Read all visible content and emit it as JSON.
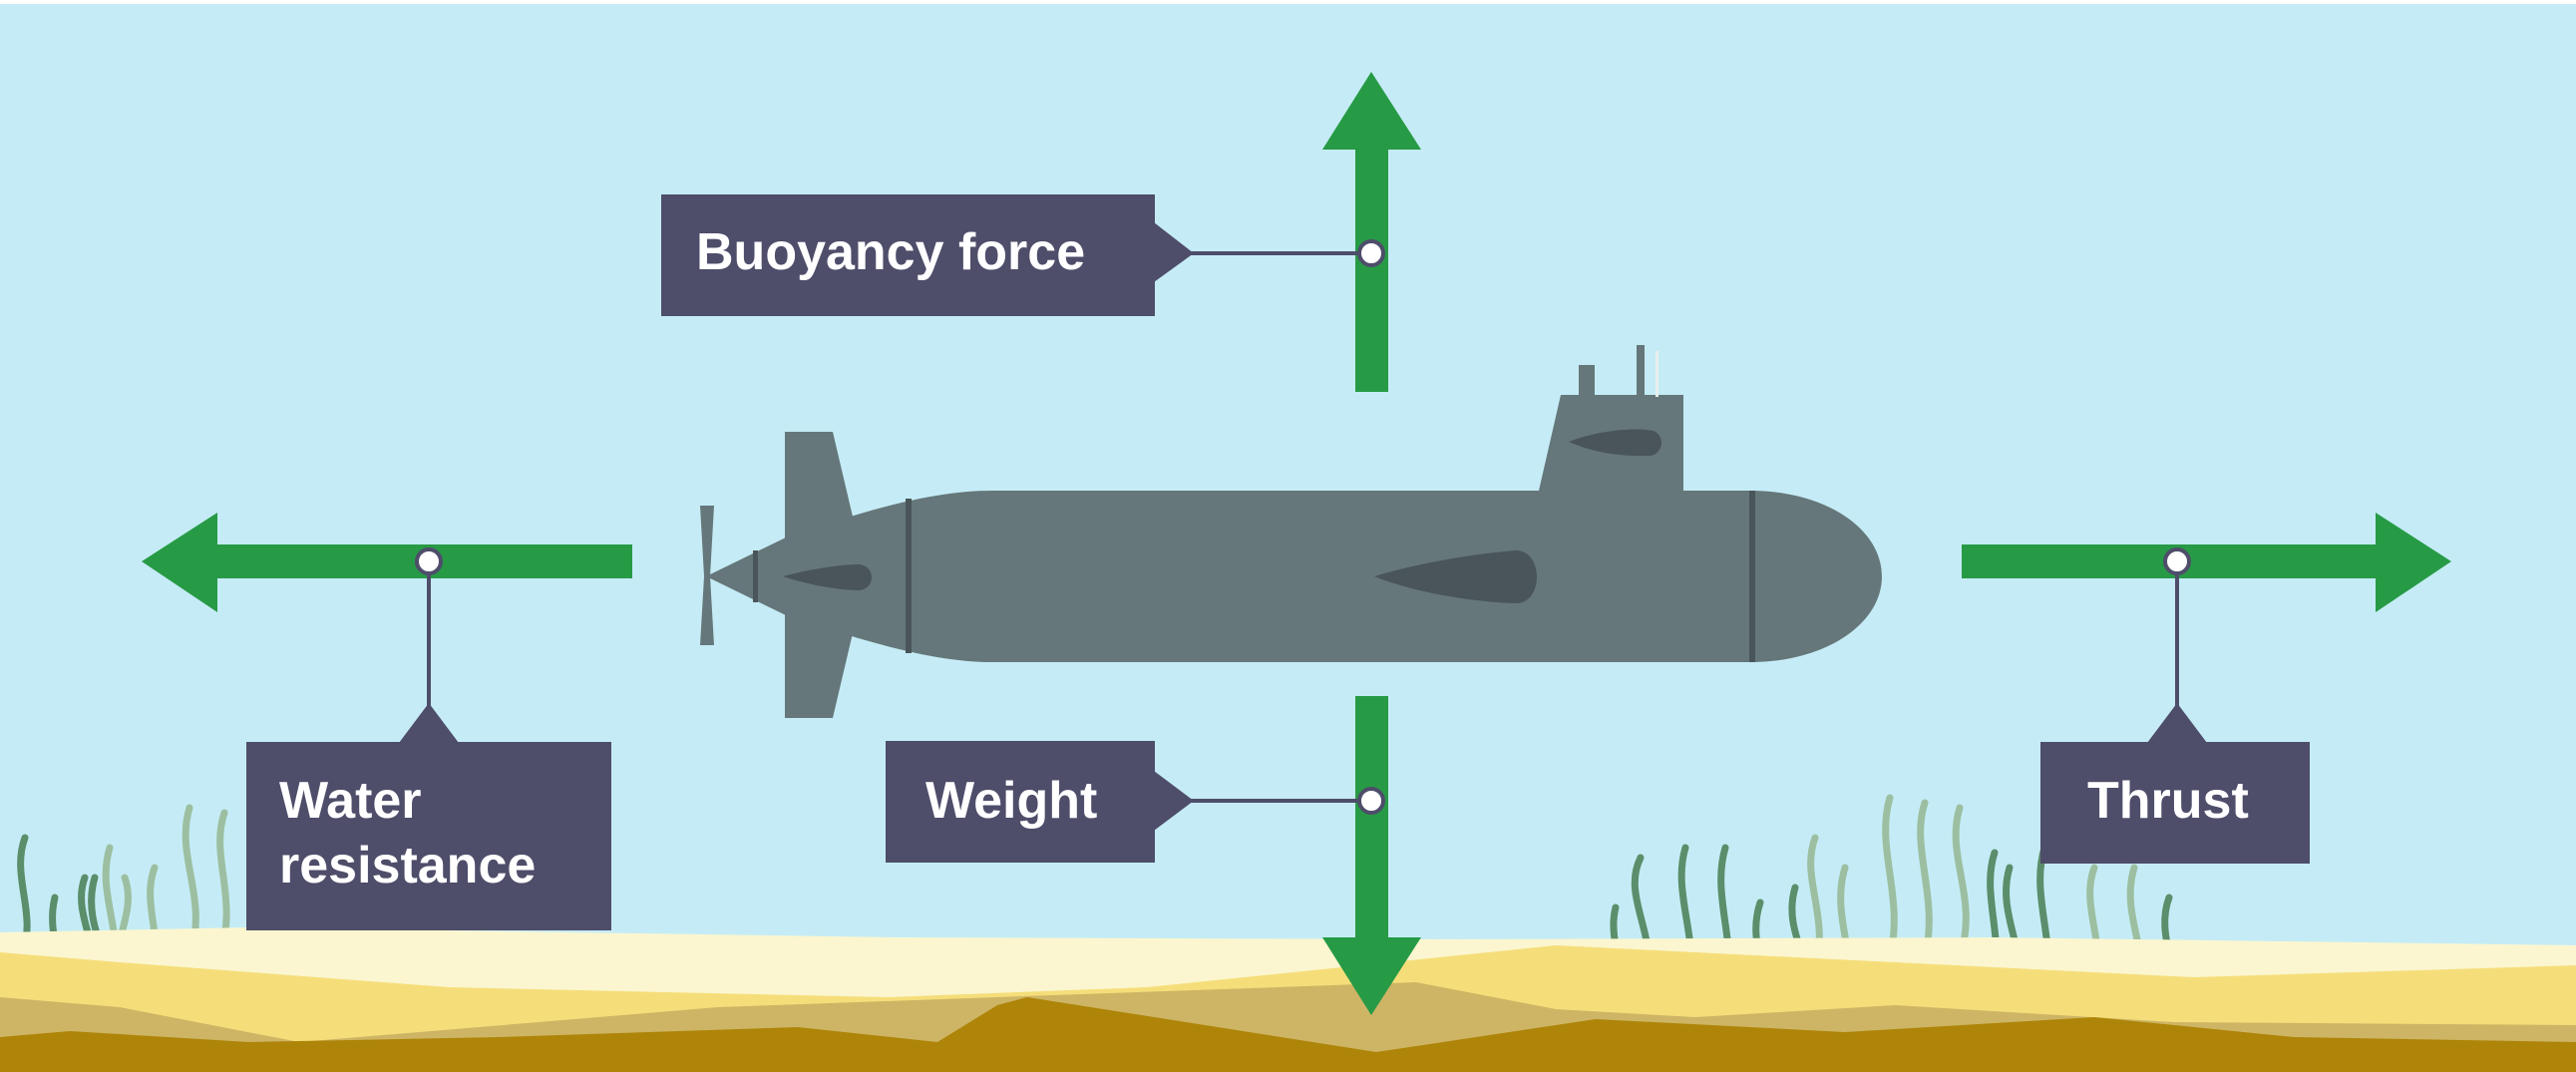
{
  "labels": {
    "buoyancy": "Buoyancy force",
    "water_resistance_line1": "Water",
    "water_resistance_line2": "resistance",
    "weight": "Weight",
    "thrust": "Thrust"
  },
  "colors": {
    "water": "#c5ecf6",
    "arrow_green": "#279a46",
    "label_box": "#4e4d6a",
    "submarine_body": "#65777a",
    "submarine_dark": "#4a5559",
    "sand_light": "#fbf6d0",
    "sand_mid": "#f5de7a",
    "sand_tan": "#ceb565",
    "sand_dark": "#ae8509",
    "seaweed_dark": "#5b8e6b",
    "seaweed_light": "#9cbfa1"
  }
}
